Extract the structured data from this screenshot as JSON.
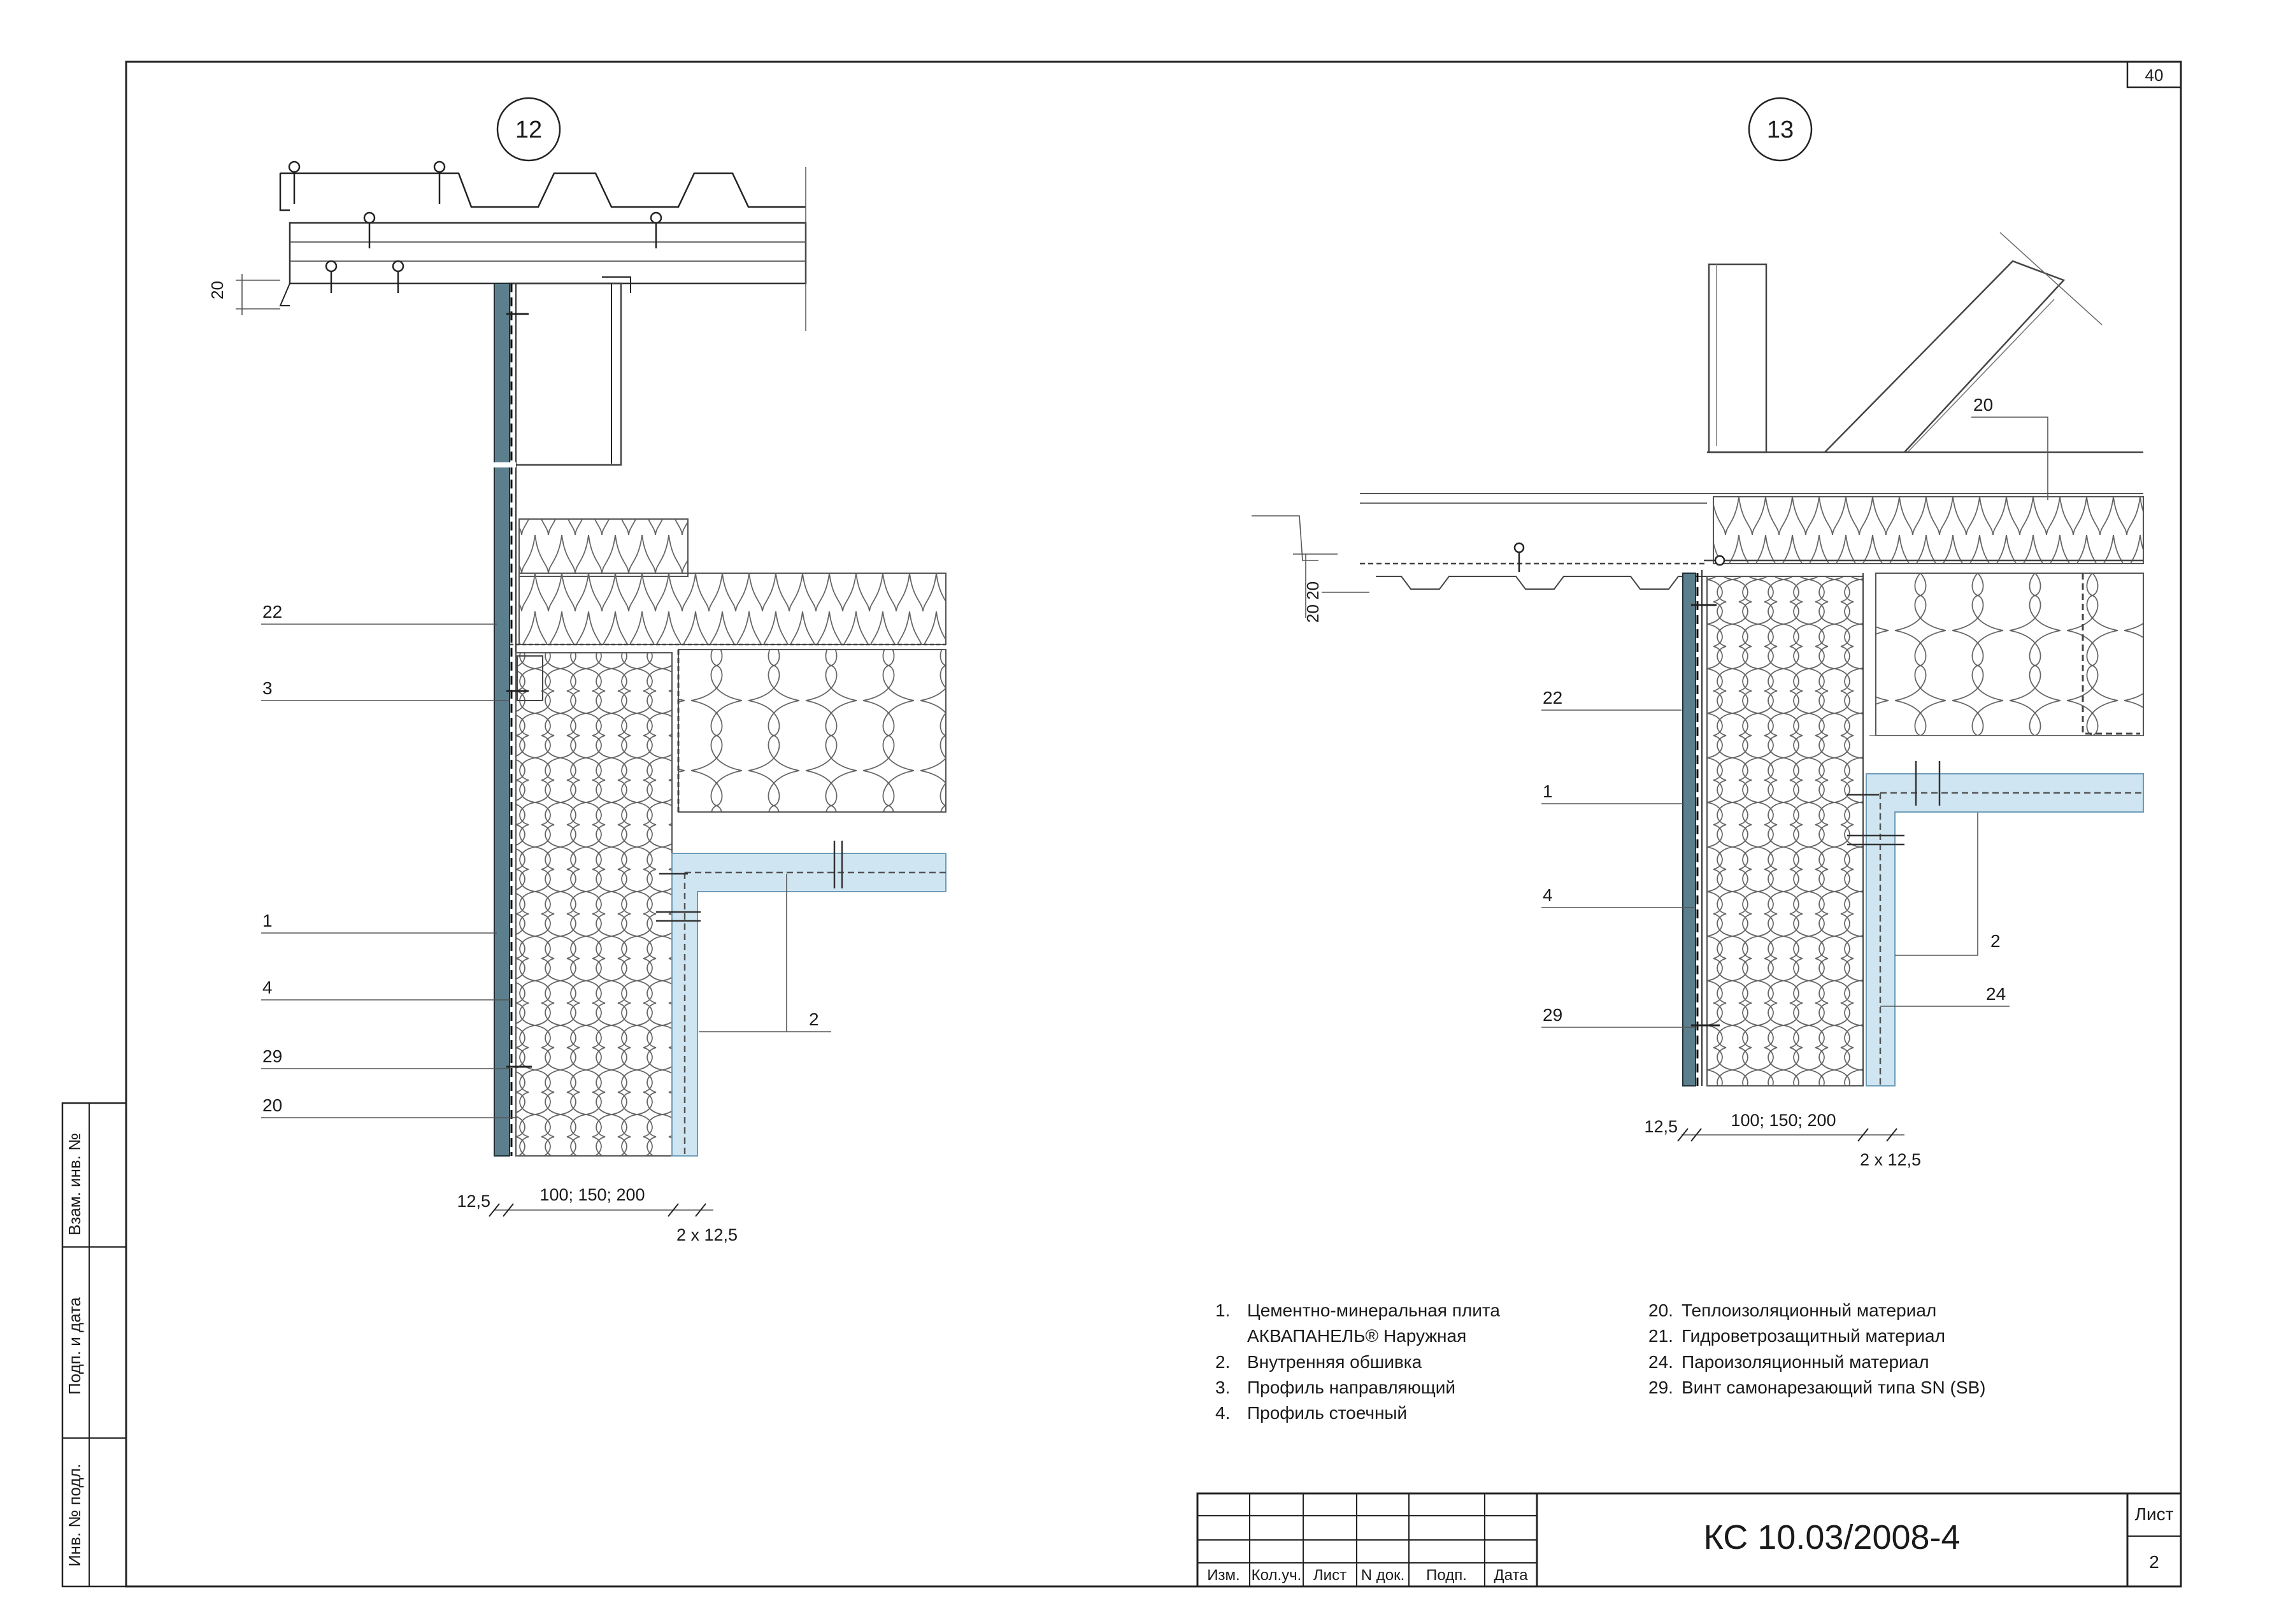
{
  "sheet": {
    "page_number": "40",
    "doc_code": "КС 10.03/2008-4",
    "sheet_label": "Лист",
    "sheet_number": "2",
    "side_stamp": [
      "Взам. инв. №",
      "Подп. и дата",
      "Инв. № подл."
    ],
    "title_headers": [
      "Изм.",
      "Кол.уч.",
      "Лист",
      "N док.",
      "Подп.",
      "Дата"
    ]
  },
  "details": [
    {
      "number": "12",
      "callouts": [
        "22",
        "3",
        "1",
        "4",
        "29",
        "20",
        "2"
      ],
      "dim_top": "20",
      "dim_panel": "12,5",
      "dim_insulation": "100; 150; 200",
      "dim_lining": "2 х 12,5"
    },
    {
      "number": "13",
      "callouts": [
        "20",
        "22",
        "1",
        "4",
        "29",
        "2",
        "24"
      ],
      "dim_top": "20 20",
      "dim_panel": "12,5",
      "dim_insulation": "100; 150; 200",
      "dim_lining": "2 х 12,5"
    }
  ],
  "legend_left": [
    {
      "num": "1.",
      "text": "Цементно-минеральная плита"
    },
    {
      "num": "",
      "text": "АКВАПАНЕЛЬ® Наружная"
    },
    {
      "num": "2.",
      "text": "Внутренняя обшивка"
    },
    {
      "num": "3.",
      "text": "Профиль направляющий"
    },
    {
      "num": "4.",
      "text": "Профиль стоечный"
    }
  ],
  "legend_right": [
    {
      "num": "20.",
      "text": "Теплоизоляционный материал"
    },
    {
      "num": "21.",
      "text": "Гидроветрозащитный материал"
    },
    {
      "num": "24.",
      "text": "Пароизоляционный материал"
    },
    {
      "num": "29.",
      "text": "Винт самонарезающий типа SN (SB)"
    }
  ],
  "colors": {
    "panel": "#5b7f8c",
    "lining": "#cfe6f2",
    "line": "#222222"
  }
}
